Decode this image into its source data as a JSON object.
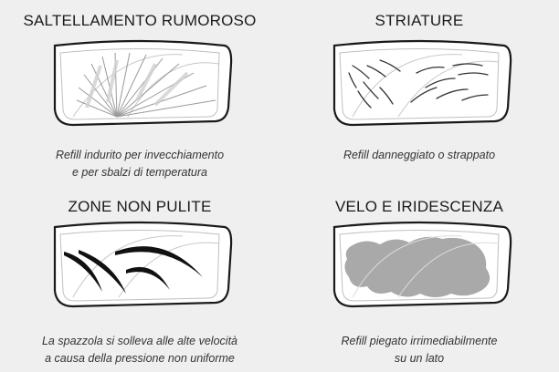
{
  "panels": [
    {
      "title": "SALTELLAMENTO RUMOROSO",
      "caption_lines": [
        "Refill indurito per invecchiamento",
        "e per sbalzi di temperatura"
      ]
    },
    {
      "title": "STRIATURE",
      "caption_lines": [
        "Refill danneggiato o strappato"
      ]
    },
    {
      "title": "ZONE NON PULITE",
      "caption_lines": [
        "La spazzola si solleva alle alte velocità",
        "a causa della pressione non uniforme"
      ]
    },
    {
      "title": "VELO E IRIDESCENZA",
      "caption_lines": [
        "Refill piegato irrimediabilmente",
        "su un lato"
      ]
    }
  ],
  "colors": {
    "background": "#efefef",
    "glass_fill": "#ffffff",
    "outline": "#1a1a1a",
    "streak": "#111111",
    "film": "#9a9a9a"
  }
}
